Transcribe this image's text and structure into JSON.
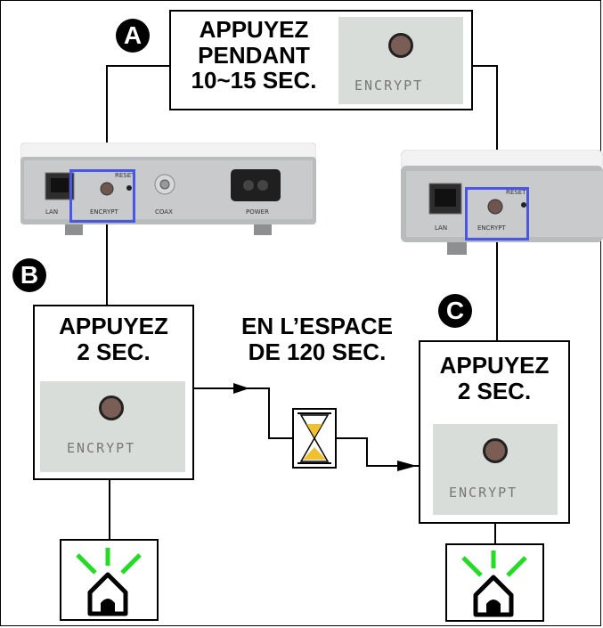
{
  "step_a": {
    "badge": "A",
    "instruction": "APPUYEZ\nPENDANT\n10~15 SEC.",
    "button_label": "ENCRYPT"
  },
  "step_b": {
    "badge": "B",
    "instruction": "APPUYEZ\n2 SEC.",
    "button_label": "ENCRYPT"
  },
  "step_c": {
    "badge": "C",
    "instruction": "APPUYEZ\n2 SEC.",
    "button_label": "ENCRYPT"
  },
  "timer_text": "EN L’ESPACE\nDE 120 SEC.",
  "device_left": {
    "ports": [
      "LAN",
      "ENCRYPT",
      "RESET",
      "COAX",
      "POWER"
    ]
  },
  "device_right": {
    "ports": [
      "LAN",
      "ENCRYPT",
      "RESET"
    ]
  },
  "colors": {
    "highlight": "#4a57e3",
    "led_rays": "#22dd22",
    "sand": "#f0c030"
  },
  "icons": {
    "led": "home-led-icon",
    "timer": "hourglass-icon"
  }
}
